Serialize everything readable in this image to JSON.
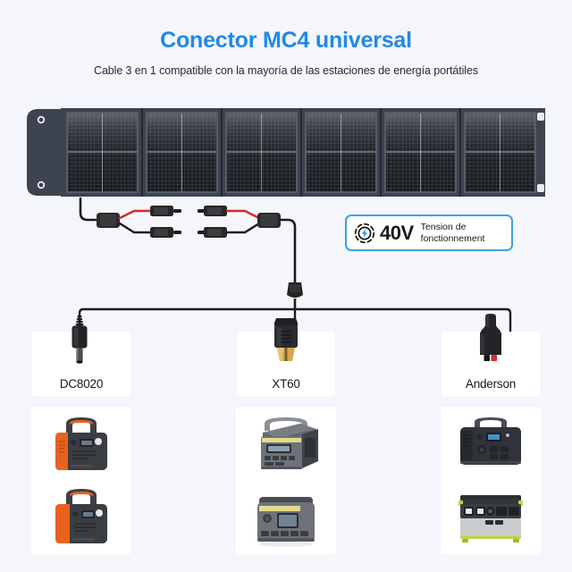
{
  "page": {
    "background_color": "#f5f6fb",
    "card_color": "#ffffff",
    "accent_color": "#2189e8"
  },
  "header": {
    "title": "Conector MC4 universal",
    "subtitle": "Cable 3 en 1 compatible con la mayoría de las estaciones de energía portátiles"
  },
  "solar_panel": {
    "name": "folding-solar-panel",
    "sections": 6,
    "frame_color": "#3d434f",
    "cell_color": "#2b2f38",
    "eyelets": 4
  },
  "badge": {
    "icon": "lightning-bolt-icon",
    "voltage": "40V",
    "caption_line1": "Tension de",
    "caption_line2": "fonctionnement",
    "border_color": "#3aa0ea",
    "bolt_color": "#2189e8"
  },
  "mc4": {
    "name": "mc4-connector-pair",
    "positive_wire_color": "#d42a2a",
    "negative_wire_color": "#1c1c1c",
    "connector_color": "#2a2a2a"
  },
  "connectors": [
    {
      "id": "dc8020",
      "label": "DC8020",
      "icon": "dc-barrel-plug-icon"
    },
    {
      "id": "xt60",
      "label": "XT60",
      "icon": "xt60-plug-icon"
    },
    {
      "id": "anderson",
      "label": "Anderson",
      "icon": "anderson-plug-icon"
    }
  ],
  "product_cards": [
    {
      "id": "dc8020-stations",
      "units": [
        {
          "name": "power-station-orange-top",
          "body": "#3a3d42",
          "accent": "#e8621f"
        },
        {
          "name": "power-station-orange-bottom",
          "body": "#3a3d42",
          "accent": "#e8621f"
        }
      ]
    },
    {
      "id": "xt60-stations",
      "units": [
        {
          "name": "power-station-grey-top",
          "body": "#6f7278",
          "accent": "#e4dc8a"
        },
        {
          "name": "power-station-grey-bottom",
          "body": "#6f7278",
          "accent": "#e4dc8a"
        }
      ]
    },
    {
      "id": "anderson-stations",
      "units": [
        {
          "name": "power-station-black-top",
          "body": "#303339",
          "accent": "#4a8fc4"
        },
        {
          "name": "power-station-silver-bottom",
          "body": "#c9cbcc",
          "accent": "#b8d63a"
        }
      ]
    }
  ]
}
